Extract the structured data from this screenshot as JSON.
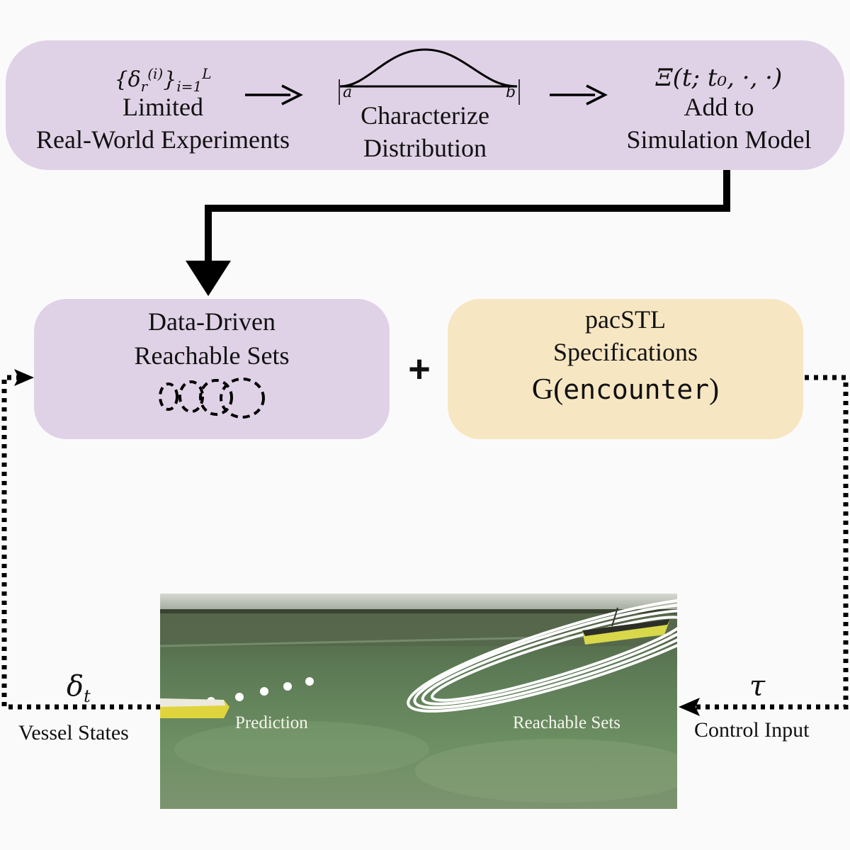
{
  "top_row": {
    "experiments": {
      "math": "{δ_r^(i)}_{i=1}^L",
      "line1": "Limited",
      "line2": "Real-World Experiments"
    },
    "distribution": {
      "label_a": "a",
      "label_b": "b",
      "line1": "Characterize",
      "line2": "Distribution"
    },
    "simulation": {
      "math": "Ξ(t; t₀, ·, ·)",
      "line1": "Add to",
      "line2": "Simulation Model"
    }
  },
  "reachable_box": {
    "line1": "Data-Driven",
    "line2": "Reachable Sets"
  },
  "plus": "+",
  "spec_box": {
    "line1": "pacSTL",
    "line2": "Specifications",
    "formula_prefix": "G(",
    "formula_mono": "encounter",
    "formula_suffix": ")"
  },
  "photo": {
    "prediction_label": "Prediction",
    "reachable_label": "Reachable Sets"
  },
  "feedback": {
    "left_symbol": "δ",
    "left_subscript": "t",
    "left_label": "Vessel States",
    "right_symbol": "τ",
    "right_label": "Control Input"
  },
  "colors": {
    "purple_box": "#e0d2e6",
    "yellow_box": "#f6e6c2",
    "arrow": "#000000"
  }
}
